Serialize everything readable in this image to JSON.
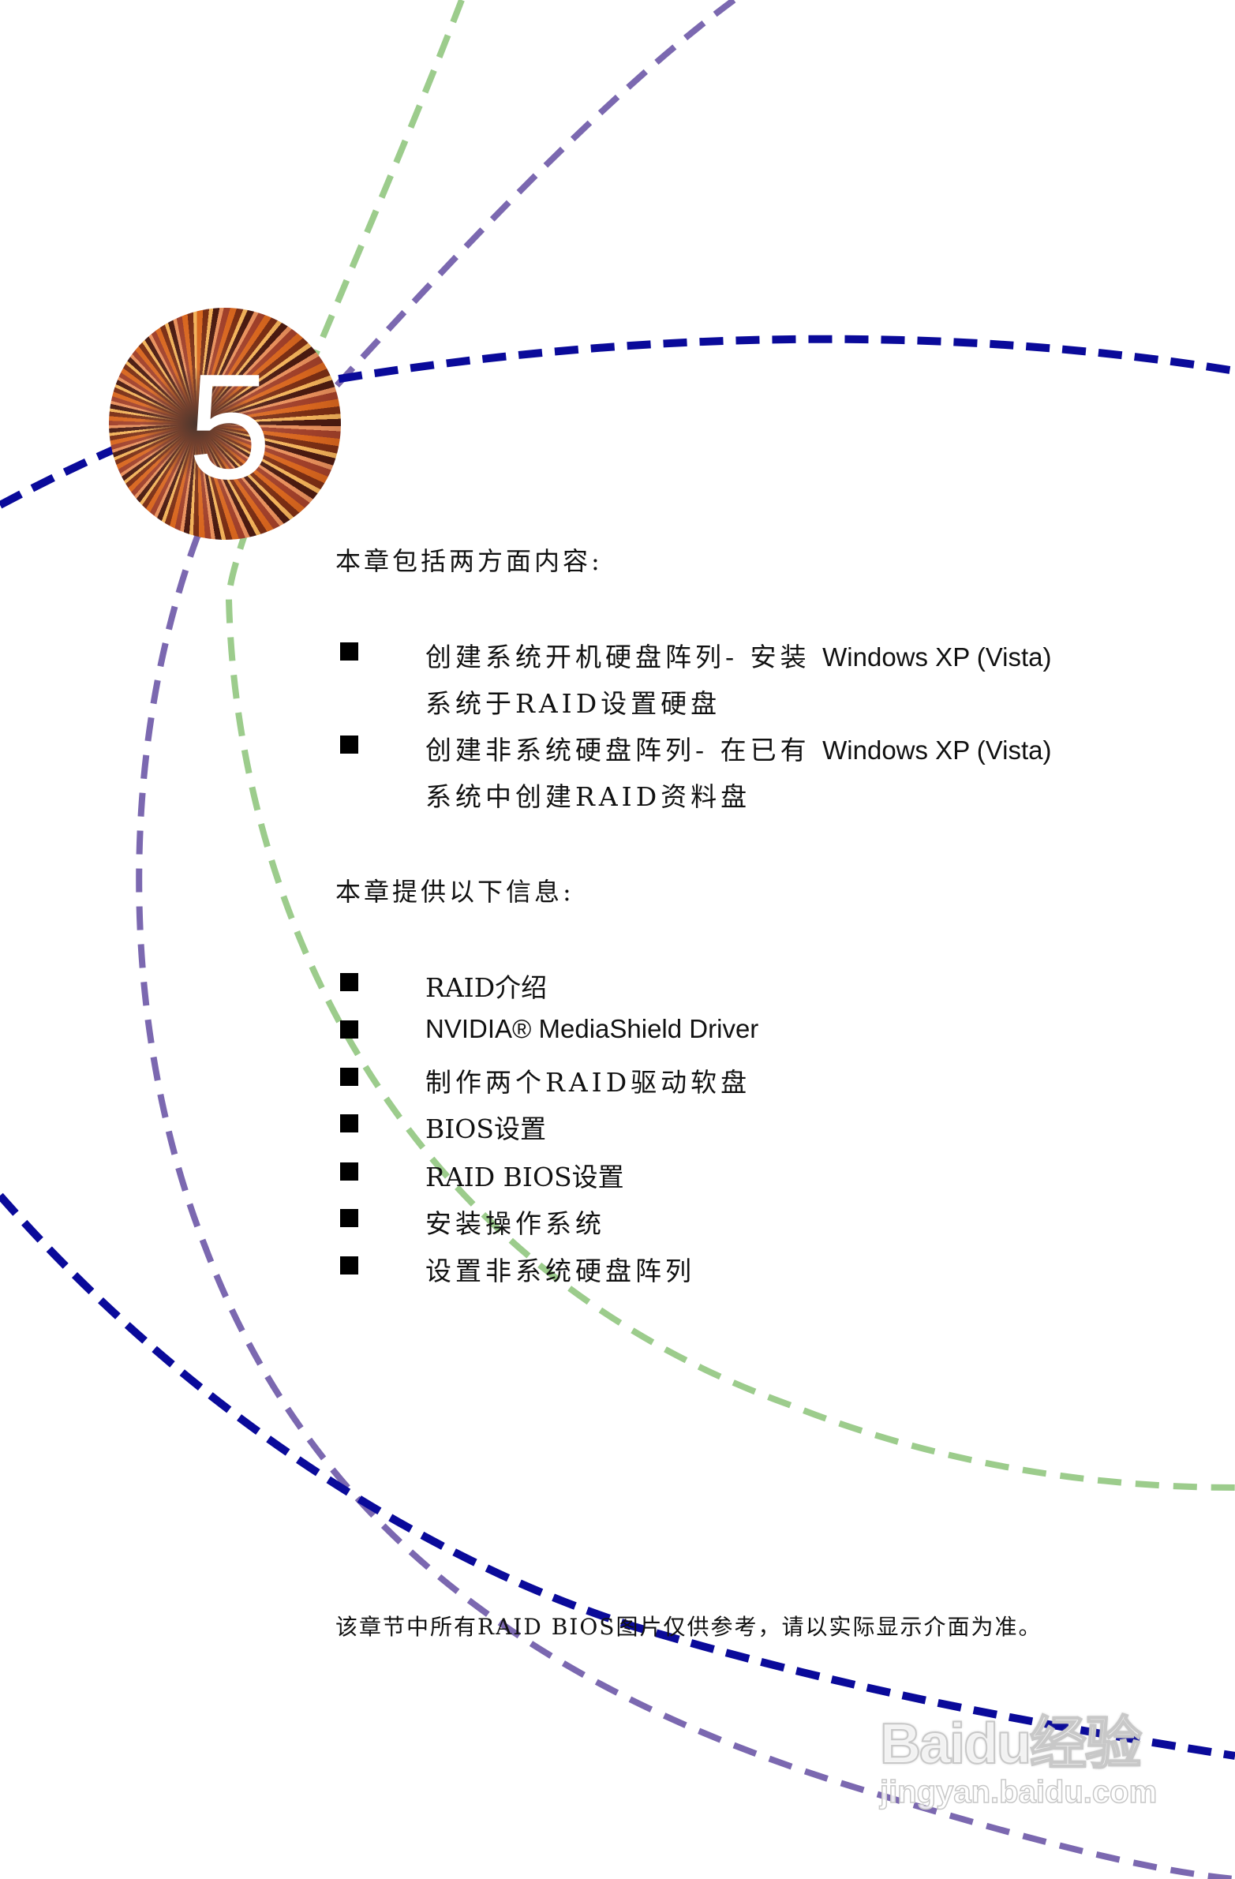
{
  "chapter": {
    "number": "5",
    "badge_icon": "fireworks-burst-image"
  },
  "section1": {
    "heading": "本章包括两方面内容:",
    "items": [
      {
        "line1_cjk": "创建系统开机硬盘阵列- 安装 ",
        "line1_latin": "Windows XP (Vista)",
        "line2": "系统于RAID设置硬盘"
      },
      {
        "line1_cjk": "创建非系统硬盘阵列- 在已有 ",
        "line1_latin": "Windows XP (Vista)",
        "line2": "系统中创建RAID资料盘"
      }
    ]
  },
  "section2": {
    "heading": "本章提供以下信息:",
    "items": [
      "RAID介绍",
      "NVIDIA® MediaShield Driver",
      "制作两个RAID驱动软盘",
      "BIOS设置",
      "RAID BIOS设置",
      "安装操作系统",
      "设置非系统硬盘阵列"
    ]
  },
  "footnote": "该章节中所有RAID BIOS图片仅供参考，请以实际显示介面为准。",
  "watermark": {
    "main": "Baidu经验",
    "url": "jingyan.baidu.com"
  },
  "colors": {
    "arc_blue": "#0a0a9a",
    "arc_purple": "#7b68b0",
    "arc_green": "#9ccc8c",
    "bullet": "#000000"
  }
}
